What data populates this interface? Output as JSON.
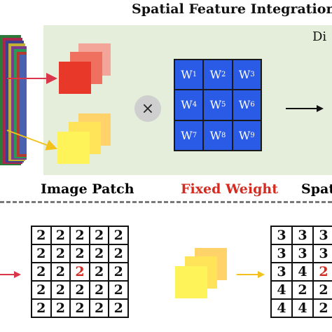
{
  "header": {
    "title": "Spatial Feature Integration",
    "right_clipped_text": "Di"
  },
  "captions": {
    "image_patch": "Image Patch",
    "fixed_weight": "Fixed Weight",
    "right_clipped": "Spat"
  },
  "operator": "×",
  "weights": [
    {
      "w": "W",
      "sub": "1"
    },
    {
      "w": "W",
      "sub": "2"
    },
    {
      "w": "W",
      "sub": "3"
    },
    {
      "w": "W",
      "sub": "4"
    },
    {
      "w": "W",
      "sub": "5"
    },
    {
      "w": "W",
      "sub": "6"
    },
    {
      "w": "W",
      "sub": "7"
    },
    {
      "w": "W",
      "sub": "8"
    },
    {
      "w": "W",
      "sub": "9"
    }
  ],
  "grid_left": [
    [
      "2",
      "2",
      "2",
      "2",
      "2"
    ],
    [
      "2",
      "2",
      "2",
      "2",
      "2"
    ],
    [
      "2",
      "2",
      "2",
      "2",
      "2"
    ],
    [
      "2",
      "2",
      "2",
      "2",
      "2"
    ],
    [
      "2",
      "2",
      "2",
      "2",
      "2"
    ]
  ],
  "grid_left_highlight": {
    "row": 2,
    "col": 2
  },
  "grid_right": [
    [
      "3",
      "3",
      "3"
    ],
    [
      "3",
      "3",
      "3"
    ],
    [
      "3",
      "4",
      "2"
    ],
    [
      "4",
      "2",
      "2"
    ],
    [
      "4",
      "4",
      "2"
    ]
  ],
  "grid_right_highlight": {
    "row": 2,
    "col": 2
  },
  "colors": {
    "panel_bg": "#e4eedb",
    "weight_cell": "#2a5be6",
    "patch_red": "#e8382a",
    "patch_red_light": "#f4a59a",
    "patch_yellow": "#fff35a",
    "patch_yellow_light": "#ffd36a",
    "arrow_red": "#d9364a",
    "arrow_yellow": "#f2c21a",
    "highlight": "#d42a1f"
  }
}
